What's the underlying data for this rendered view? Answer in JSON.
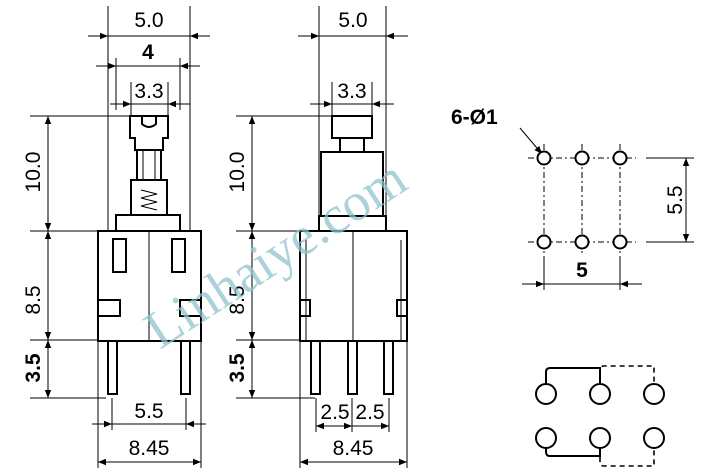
{
  "front_view": {
    "dims": {
      "w_top": "5.0",
      "w_mid": "4",
      "w_plunger": "3.3",
      "h_plunger": "10.0",
      "h_body": "8.5",
      "h_pin": "3.5",
      "pin_pitch": "5.5",
      "w_body": "8.45"
    }
  },
  "side_view": {
    "dims": {
      "w_top": "5.0",
      "w_plunger": "3.3",
      "h_plunger": "10.0",
      "h_body": "8.5",
      "h_pin": "3.5",
      "pitch_a": "2.5",
      "pitch_b": "2.5",
      "w_body": "8.45"
    }
  },
  "pcb_layout": {
    "hole_label": "6-Ø1",
    "row_spacing": "5.5",
    "col_span": "5"
  },
  "watermark": "Linhaiye.com",
  "colors": {
    "line": "#000000",
    "watermark": "#8fc3cc"
  }
}
